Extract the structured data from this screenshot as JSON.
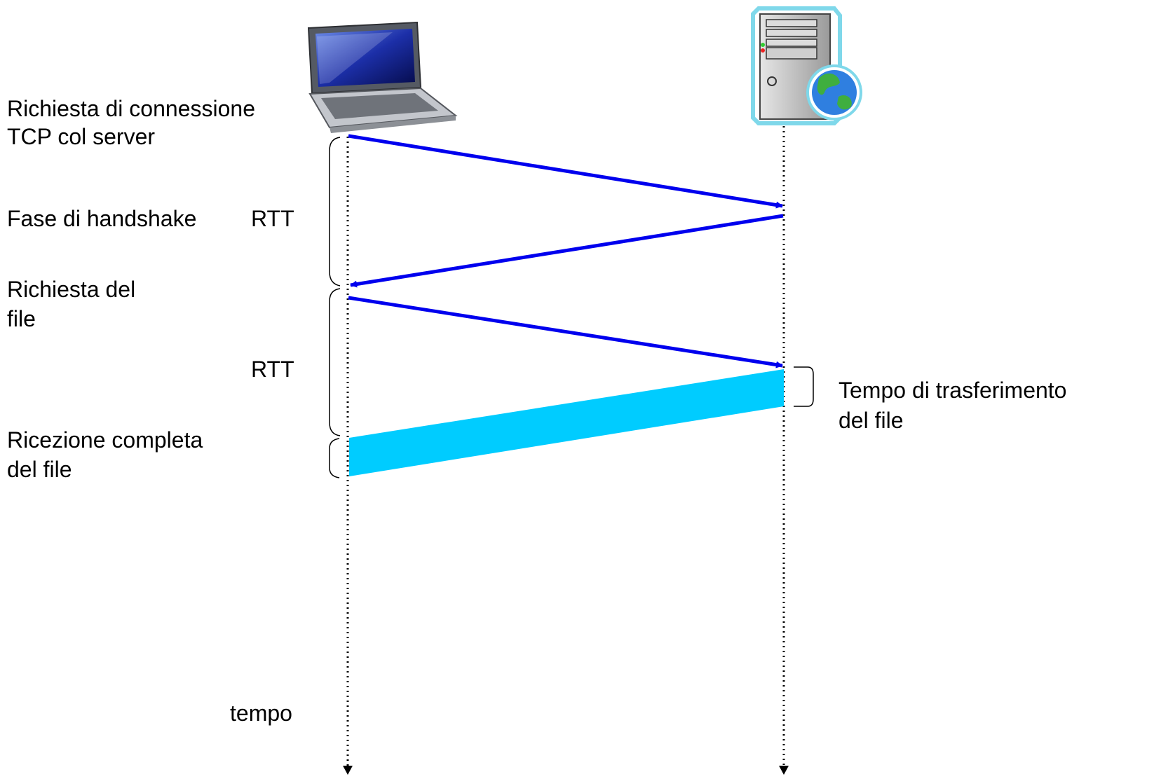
{
  "labels": {
    "connection_request_line1": "Richiesta di connessione",
    "connection_request_line2": "TCP col server",
    "handshake_phase": "Fase di handshake",
    "rtt_first": "RTT",
    "file_request_line1": "Richiesta del",
    "file_request_line2": "file",
    "rtt_second": "RTT",
    "complete_reception_line1": "Ricezione completa",
    "complete_reception_line2": "del file",
    "transfer_time_line1": "Tempo di trasferimento",
    "transfer_time_line2": "del file",
    "time_axis": "tempo"
  },
  "icons": {
    "client": "laptop-icon",
    "server": "server-globe-icon"
  },
  "colors": {
    "message_arrow": "#0000ee",
    "file_transfer": "#00ccff",
    "timeline": "#000000"
  }
}
